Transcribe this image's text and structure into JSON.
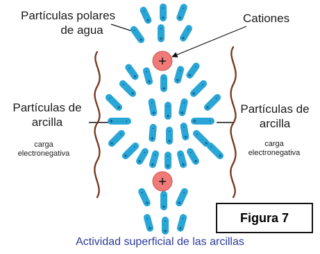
{
  "labels": {
    "water": [
      "Partículas polares",
      "de agua"
    ],
    "cations": "Cationes",
    "clay_left": [
      "Partículas de",
      "arcilla"
    ],
    "clay_right": [
      "Partículas de",
      "arcilla"
    ],
    "charge_left": [
      "carga",
      "electronegativa"
    ],
    "charge_right": [
      "carga",
      "electronegativa"
    ]
  },
  "figure_label": "Figura 7",
  "caption": "Actividad superficial de las arcillas",
  "symbols": {
    "cation": "+",
    "pos": "+",
    "neg": "-"
  },
  "colors": {
    "particle": "#2aa6d6",
    "cation": "#f07a78",
    "bracket": "#7a3a22",
    "caption": "#2b3a9c",
    "line": "#111111"
  }
}
